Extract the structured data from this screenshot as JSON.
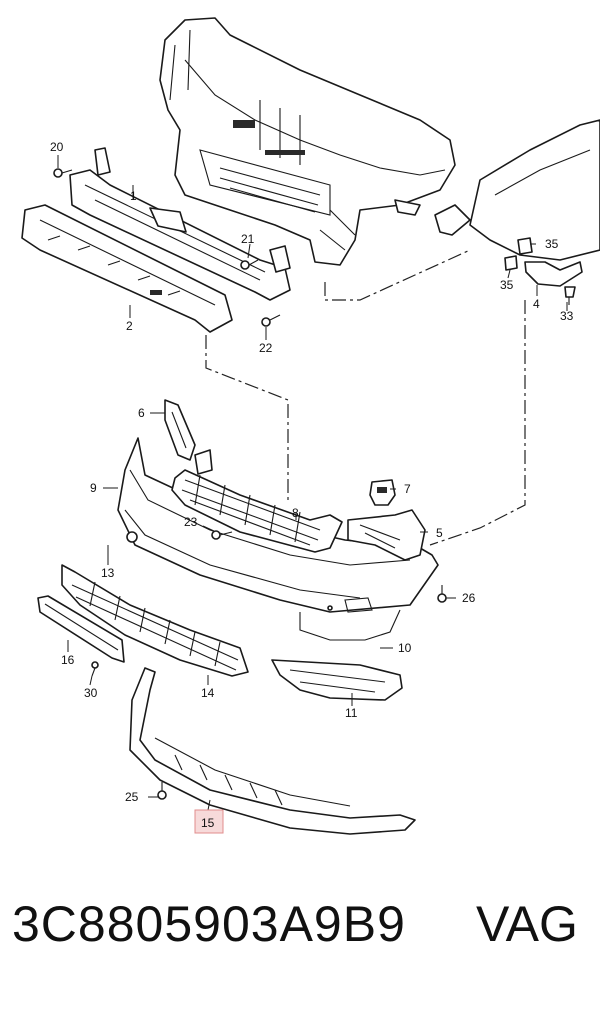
{
  "diagram": {
    "callouts": [
      "1",
      "2",
      "4",
      "5",
      "6",
      "7",
      "8",
      "9",
      "10",
      "11",
      "13",
      "14",
      "15",
      "16",
      "20",
      "21",
      "22",
      "23",
      "25",
      "26",
      "30",
      "33",
      "35",
      "35"
    ],
    "highlighted_callout": "15"
  },
  "footer": {
    "part_number": "3C8805903A9B9",
    "brand": "VAG"
  },
  "colors": {
    "line": "#1a1a1a",
    "highlight_fill": "#f7dada",
    "highlight_border": "#e08c8c"
  }
}
